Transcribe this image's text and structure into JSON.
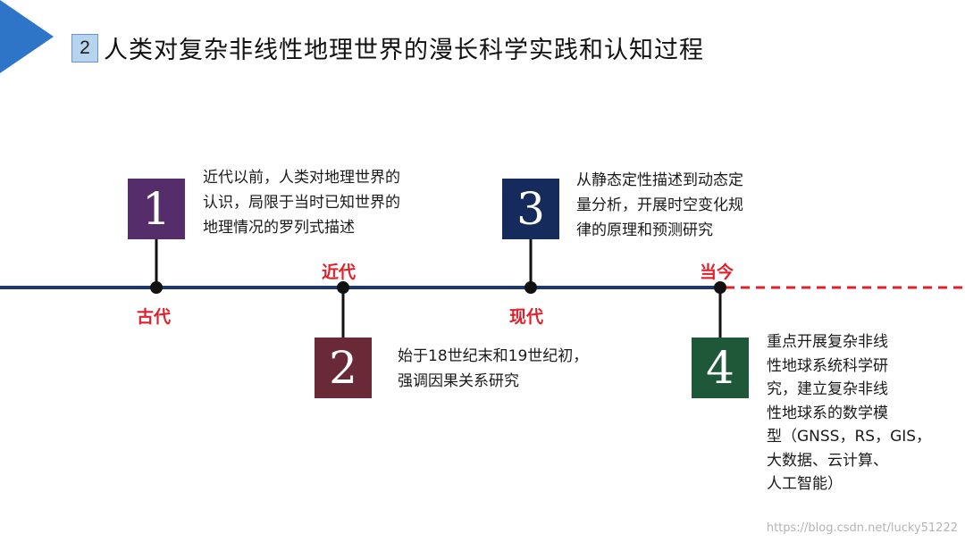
{
  "header": {
    "section_number": "2",
    "title": "人类对复杂非线性地理世界的漫长科学实践和认知过程"
  },
  "timeline": {
    "eras": [
      {
        "key": "ancient",
        "label": "古代"
      },
      {
        "key": "modern",
        "label": "近代"
      },
      {
        "key": "contemporary",
        "label": "现代"
      },
      {
        "key": "present",
        "label": "当今"
      }
    ],
    "stages": [
      {
        "number": "1",
        "color": "#552d6a",
        "text_lines": [
          "近代以前，人类对地理世界的",
          "认识，局限于当时已知世界的",
          "地理情况的罗列式描述"
        ]
      },
      {
        "number": "2",
        "color": "#6a2936",
        "text_lines": [
          "始于18世纪末和19世纪初，",
          "强调因果关系研究"
        ]
      },
      {
        "number": "3",
        "color": "#142b5c",
        "text_lines": [
          "从静态定性描述到动态定",
          "量分析，开展时空变化规",
          "律的原理和预测研究"
        ]
      },
      {
        "number": "4",
        "color": "#1e5838",
        "text_lines": [
          "重点开展复杂非线",
          "性地球系统科学研",
          "究，建立复杂非线",
          "性地球系的数学模",
          "型（GNSS，RS，GIS，",
          "大数据、云计算、",
          "人工智能）"
        ]
      }
    ]
  },
  "colors": {
    "axis": "#1f3a6a",
    "future_dash": "#e0212b",
    "era_label": "#e0212b",
    "corner_arrow": "#2e75c8"
  },
  "watermark": "https://blog.csdn.net/lucky51222"
}
